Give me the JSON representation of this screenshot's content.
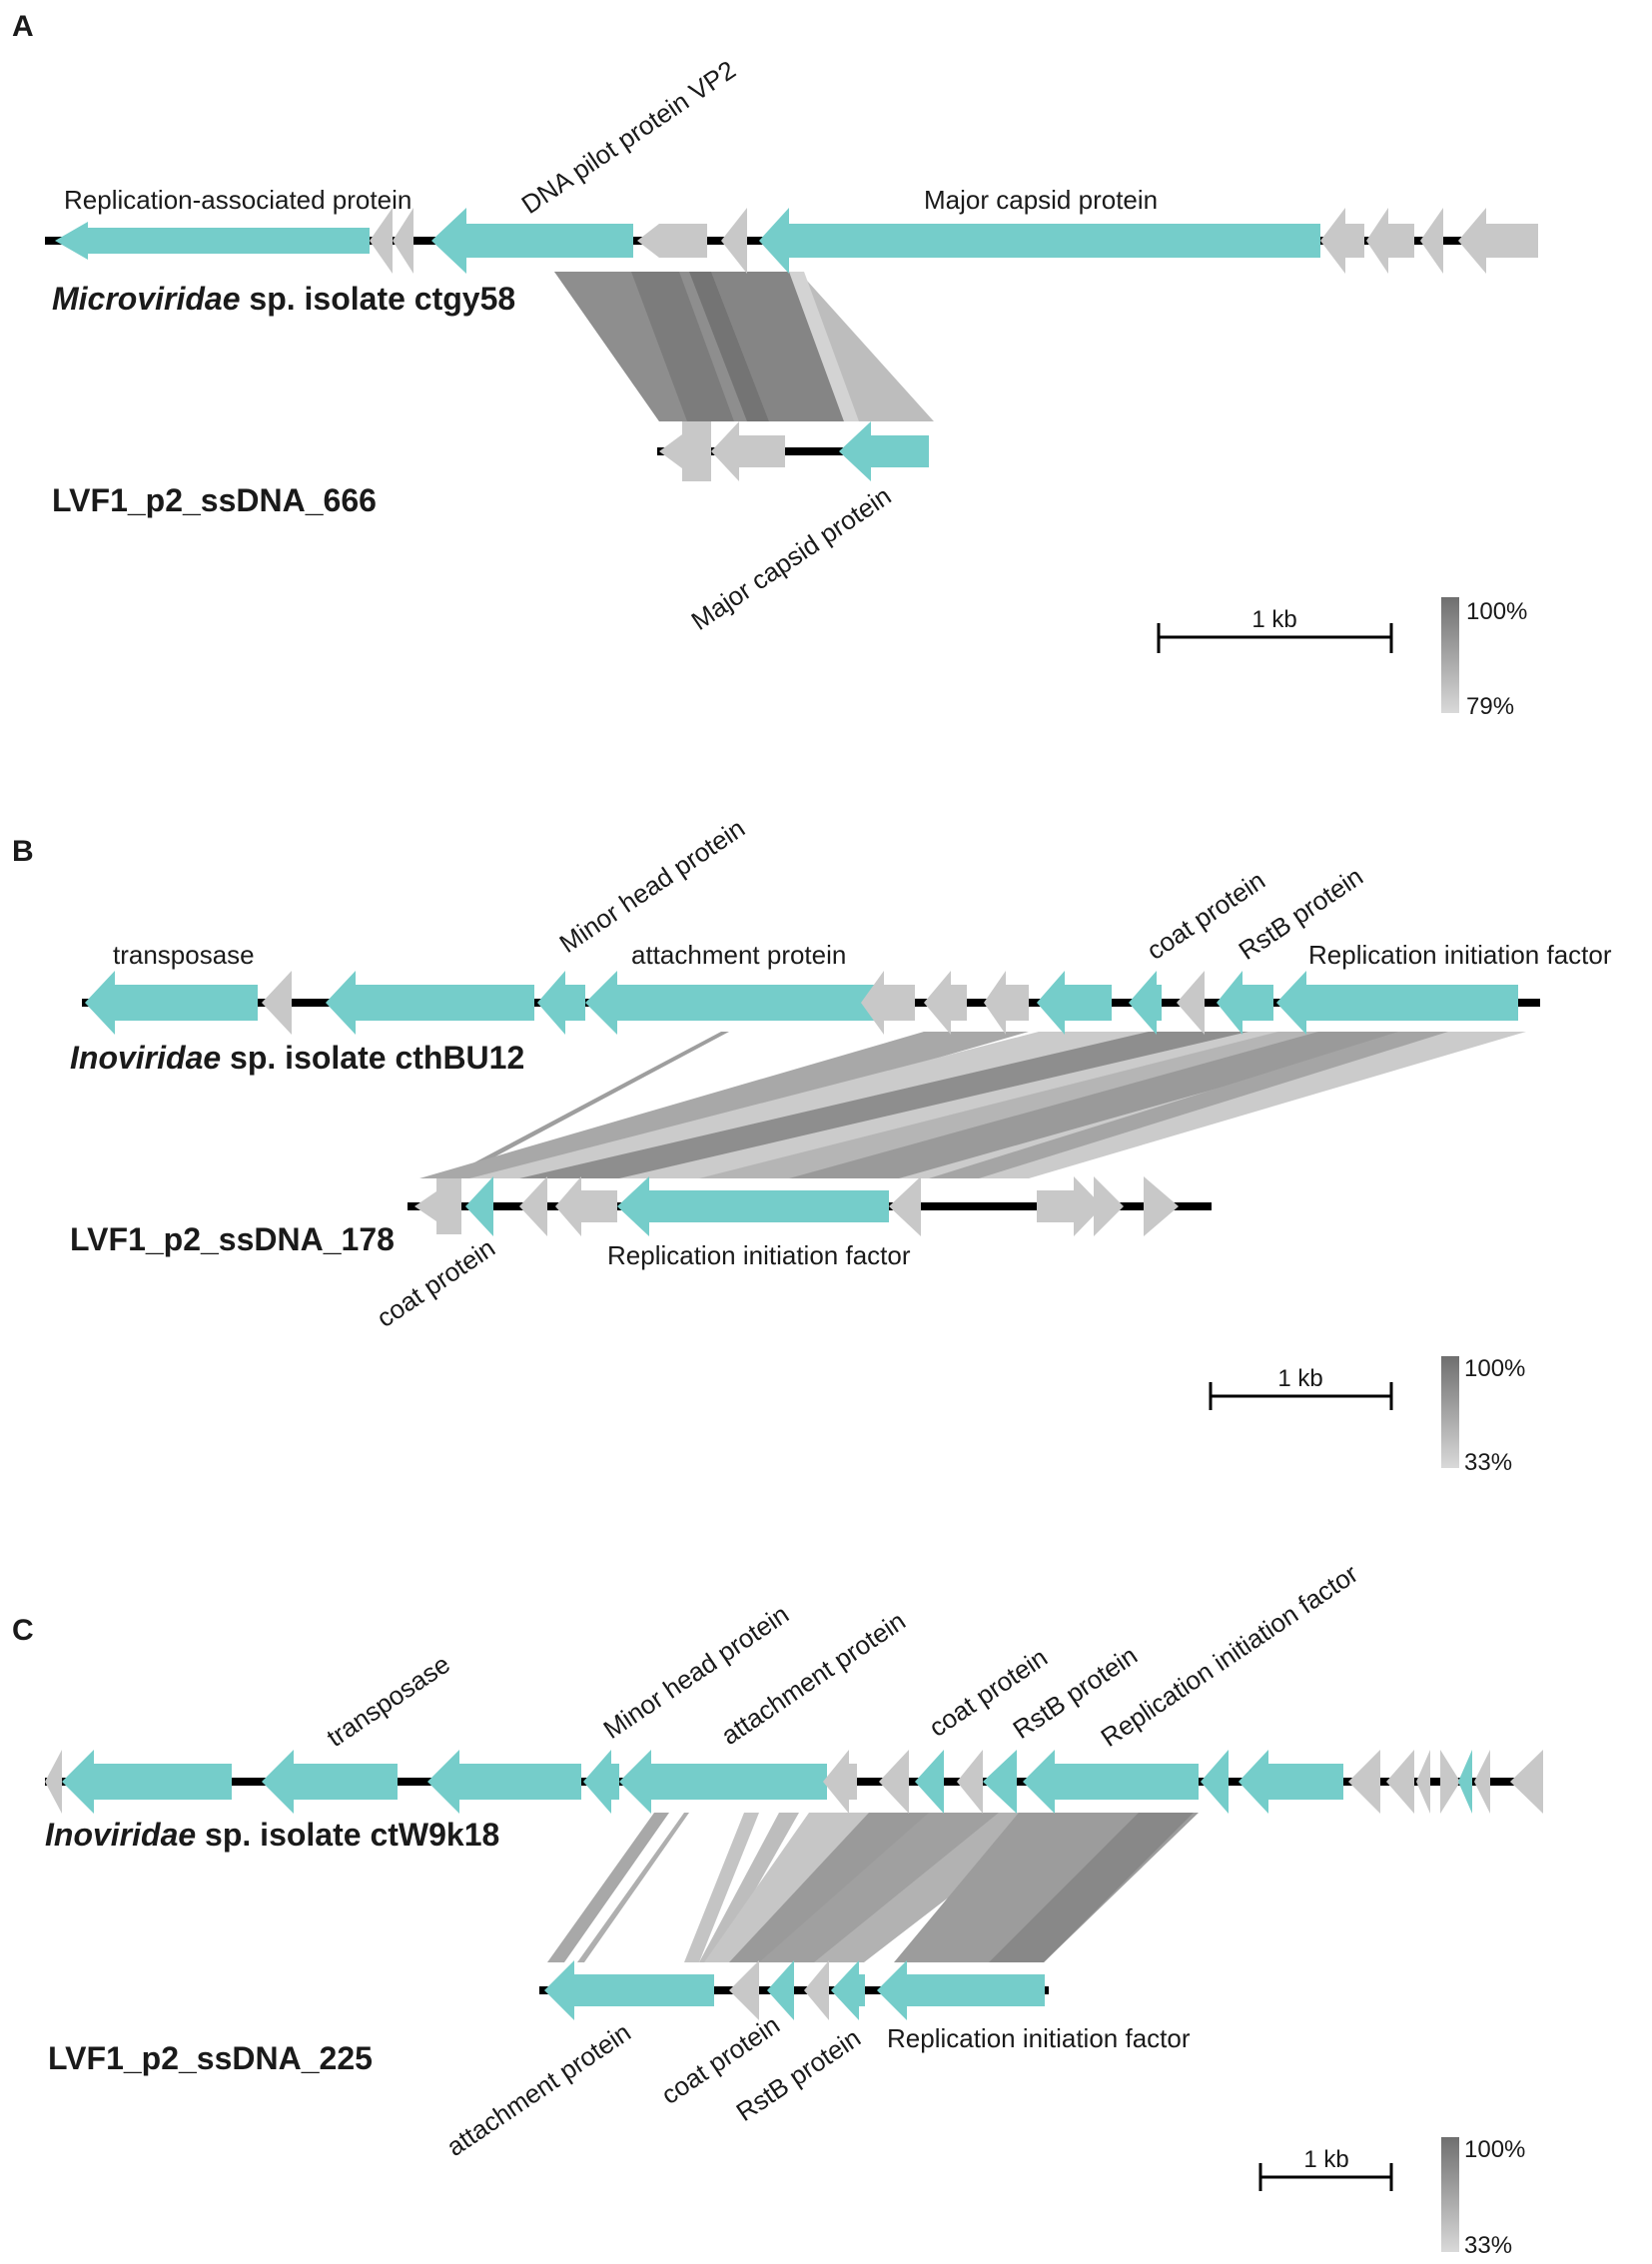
{
  "colors": {
    "annotated_gene": "#75CDCA",
    "hypothetical_gene": "#C8C8C8",
    "backbone": "#000000",
    "identity_high": "#6F6F6F",
    "identity_low": "#D9D9D9"
  },
  "panels": [
    {
      "letter": "A",
      "genome_top": {
        "name_italic": "Microviridae",
        "name_rest": " sp. isolate ctgy58"
      },
      "genome_bottom": {
        "name": "LVF1_p2_ssDNA_666"
      },
      "top_labels": [
        "Replication-associated protein",
        "DNA pilot protein VP2",
        "Major capsid protein"
      ],
      "bottom_labels": [
        "Major capsid protein"
      ],
      "scale_bar": "1 kb",
      "identity_legend": {
        "max": "100%",
        "min": "79%"
      }
    },
    {
      "letter": "B",
      "genome_top": {
        "name_italic": "Inoviridae",
        "name_rest": " sp. isolate cthBU12"
      },
      "genome_bottom": {
        "name": "LVF1_p2_ssDNA_178"
      },
      "top_labels": [
        "transposase",
        "Minor head protein",
        "attachment protein",
        "coat protein",
        "RstB protein",
        "Replication initiation factor"
      ],
      "bottom_labels": [
        "coat protein",
        "Replication initiation factor"
      ],
      "scale_bar": "1 kb",
      "identity_legend": {
        "max": "100%",
        "min": "33%"
      }
    },
    {
      "letter": "C",
      "genome_top": {
        "name_italic": "Inoviridae",
        "name_rest": " sp. isolate ctW9k18"
      },
      "genome_bottom": {
        "name": "LVF1_p2_ssDNA_225"
      },
      "top_labels": [
        "transposase",
        "Minor head protein",
        "attachment protein",
        "coat protein",
        "RstB protein",
        "Replication initiation factor"
      ],
      "bottom_labels": [
        "attachment protein",
        "coat protein",
        "RstB protein",
        "Replication initiation factor"
      ],
      "scale_bar": "1 kb",
      "identity_legend": {
        "max": "100%",
        "min": "33%"
      }
    }
  ]
}
